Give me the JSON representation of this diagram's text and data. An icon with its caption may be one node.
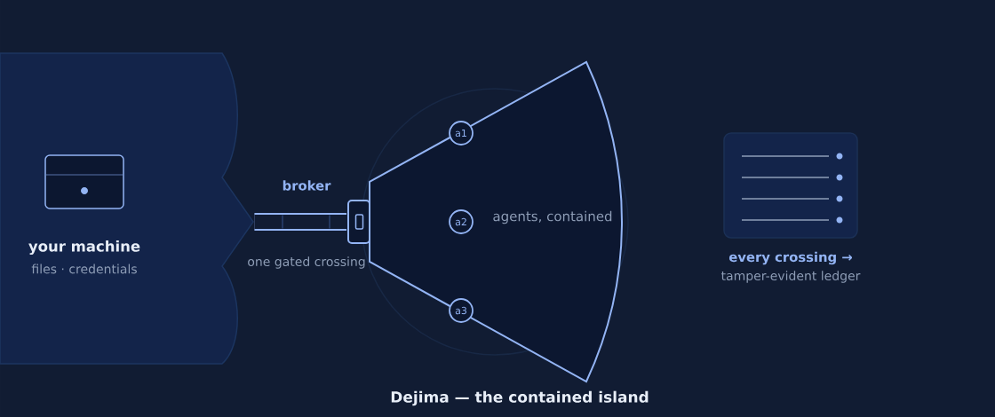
{
  "diagram": {
    "caption": "Dejima — the contained island",
    "nodes": [
      {
        "text": [
          "your machine",
          "files · credentials"
        ]
      },
      {
        "text": [
          "broker",
          "one gated crossing"
        ]
      },
      {
        "text": [
          "agents, contained"
        ]
      },
      {
        "text": [
          "a1"
        ],
        "in": 2
      },
      {
        "text": [
          "a2"
        ],
        "in": 2
      },
      {
        "text": [
          "a3"
        ],
        "in": 2
      },
      {
        "text": [
          "every crossing →",
          "tamper-evident ledger"
        ]
      }
    ],
    "edges": [
      {
        "from": 0,
        "to": 1,
        "arrow": "none"
      }
    ]
  }
}
